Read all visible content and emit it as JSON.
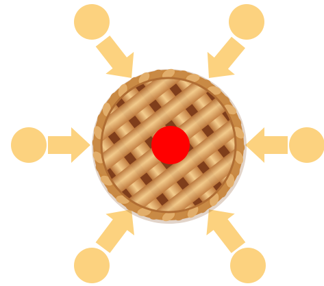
{
  "diagram": {
    "center_image": "lattice-pie",
    "center_marker": {
      "shape": "circle",
      "color": "#ff0000"
    },
    "satellites": [
      {
        "direction": "up-left"
      },
      {
        "direction": "up-right"
      },
      {
        "direction": "left"
      },
      {
        "direction": "right"
      },
      {
        "direction": "down-left"
      },
      {
        "direction": "down-right"
      }
    ],
    "connector": {
      "shape": "block-arrow",
      "points_to": "center"
    },
    "colors": {
      "satellite": "#fcd27f",
      "arrow": "#fcd27f",
      "pie_crust": "#d49a55",
      "pie_dark": "#9b5a2a",
      "pie_light": "#f1c585",
      "marker": "#ff0000",
      "background": "#ffffff"
    }
  }
}
